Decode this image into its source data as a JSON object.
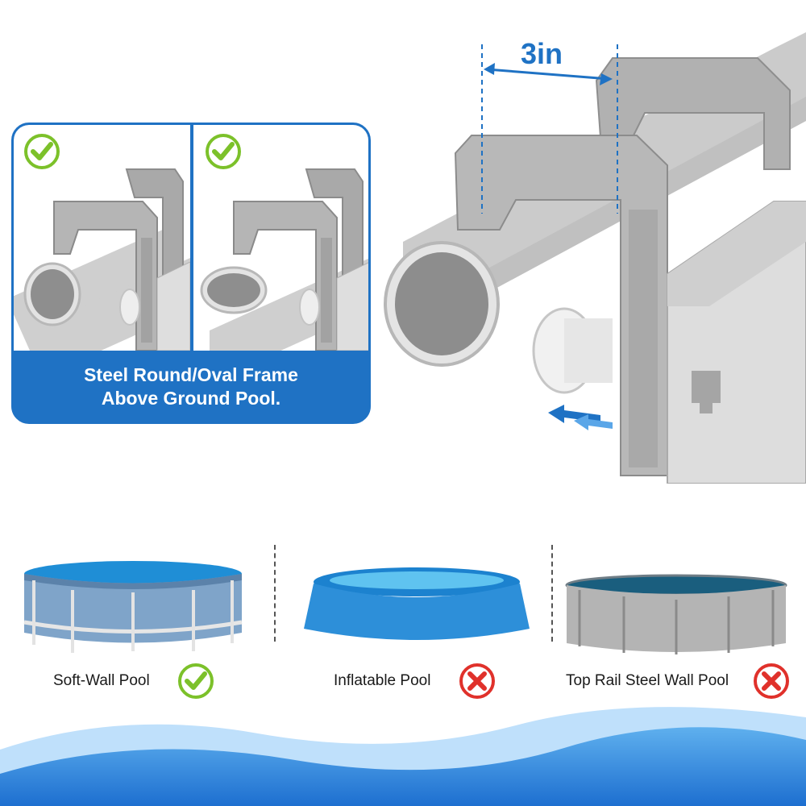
{
  "compatible_frame_card": {
    "caption_line1": "Steel Round/Oval Frame",
    "caption_line2": "Above Ground Pool.",
    "panels": [
      {
        "name": "round-frame",
        "status": "compatible",
        "icon": "check-icon"
      },
      {
        "name": "oval-frame",
        "status": "compatible",
        "icon": "check-icon"
      }
    ]
  },
  "main_illustration": {
    "dimension_label": "3in",
    "arrow_icon": "double-arrow-left-icon"
  },
  "pool_types": [
    {
      "label": "Soft-Wall Pool",
      "status": "compatible",
      "icon": "check-icon"
    },
    {
      "label": "Inflatable Pool",
      "status": "incompatible",
      "icon": "x-icon"
    },
    {
      "label": "Top Rail Steel Wall Pool",
      "status": "incompatible",
      "icon": "x-icon"
    }
  ],
  "colors": {
    "brand_blue": "#1f72c4",
    "check_green": "#7cc12a",
    "x_red": "#e0312b",
    "pipe_gray": "#c9c9c9"
  }
}
